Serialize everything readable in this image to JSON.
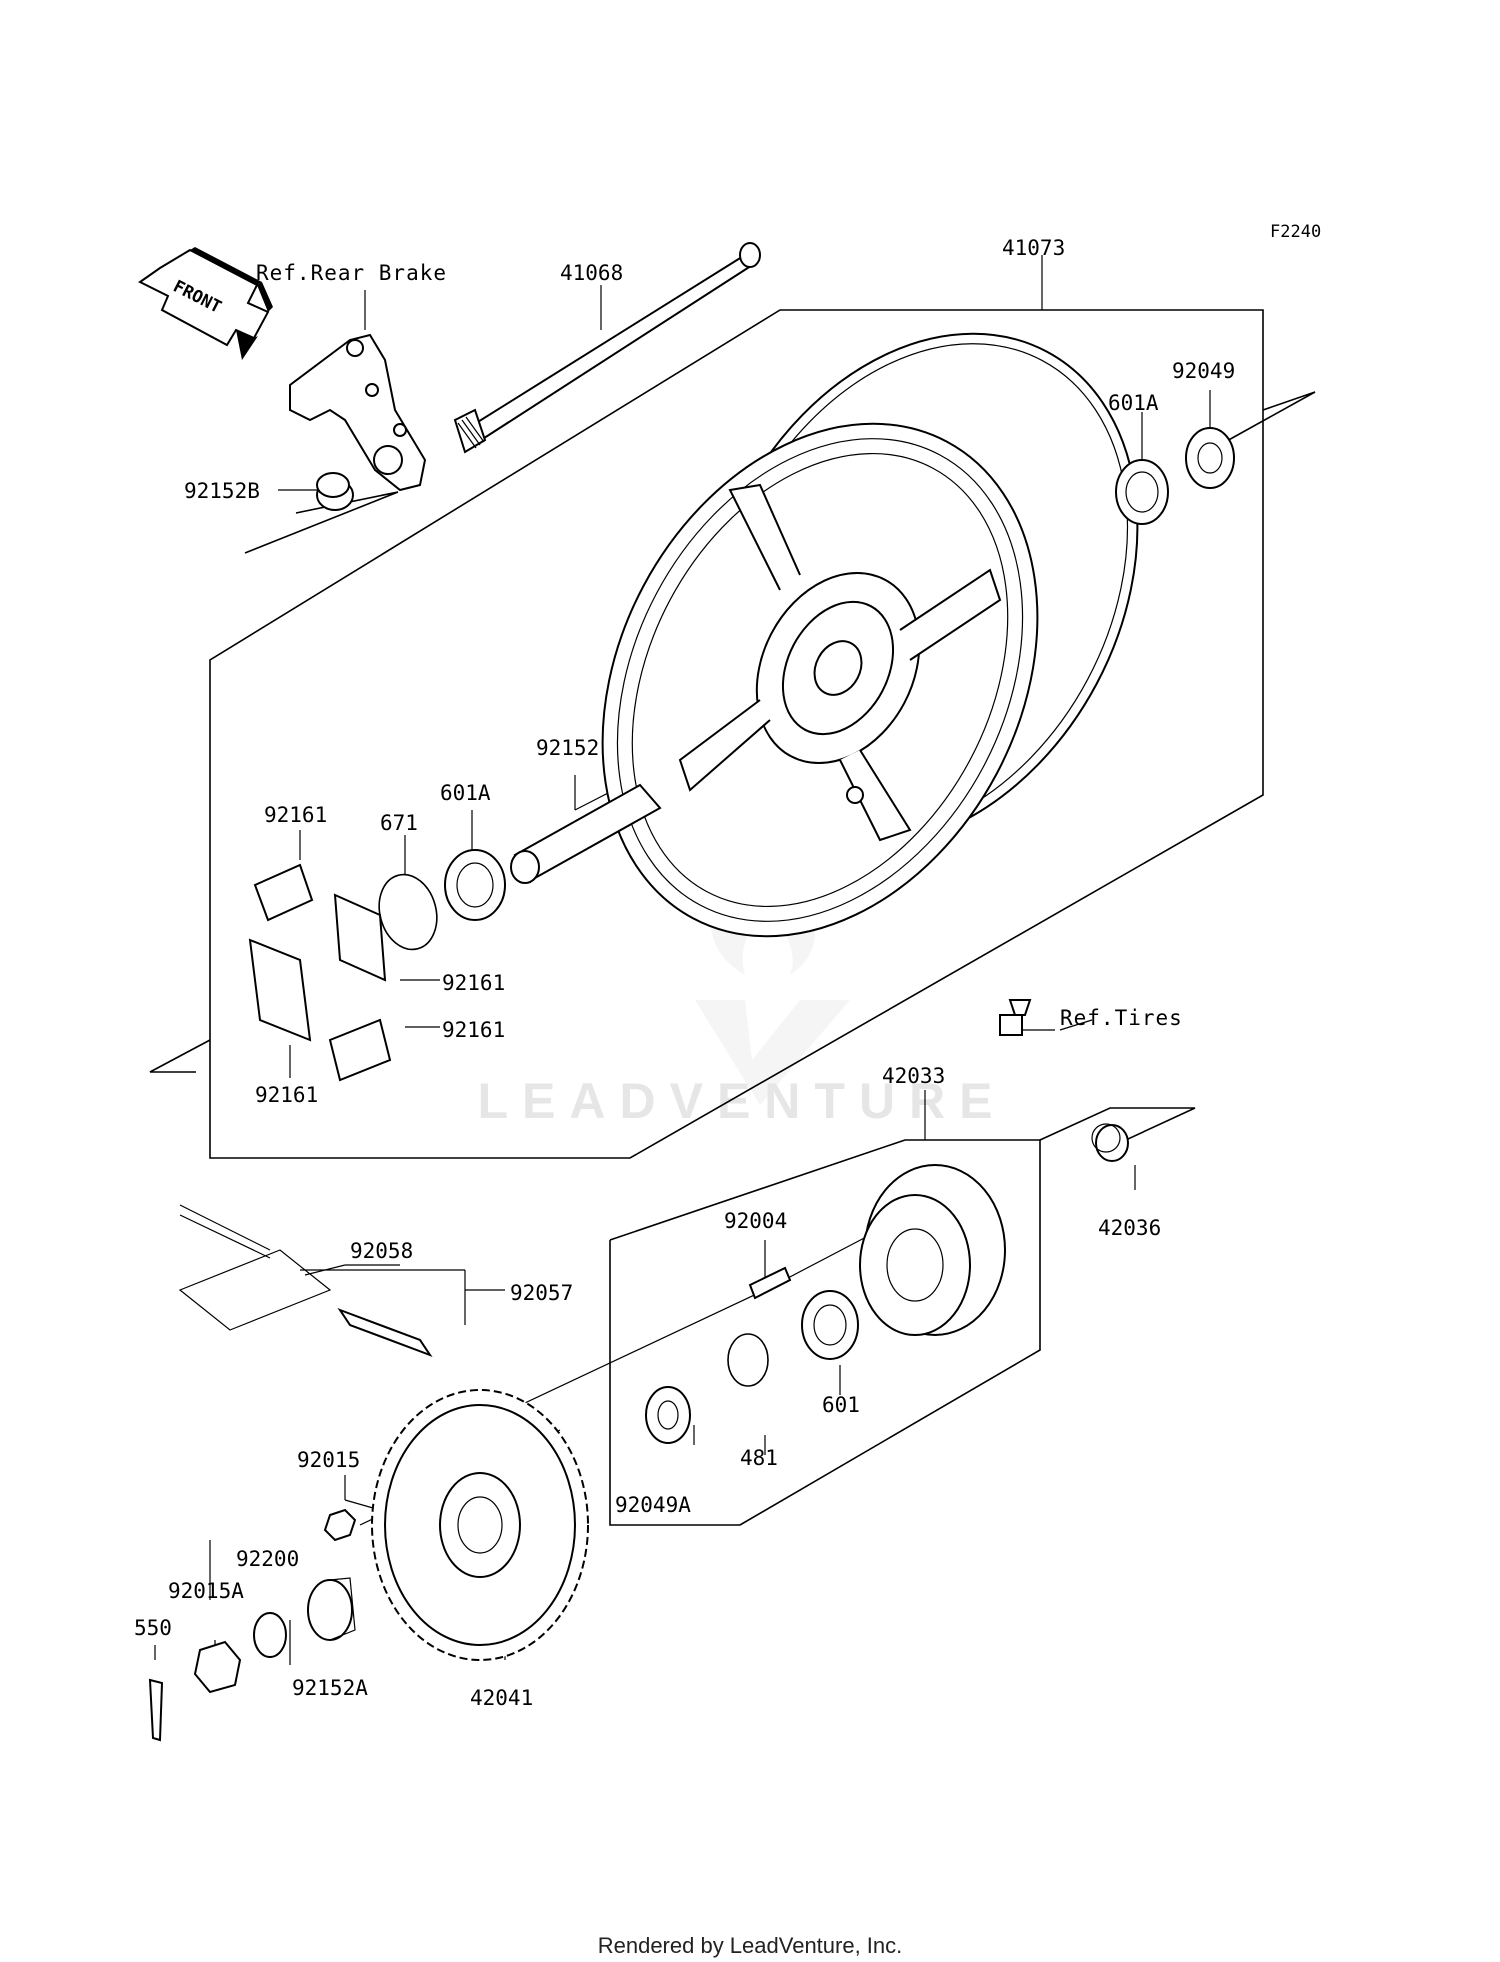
{
  "diagram": {
    "code": "F2240",
    "front_label": "FRONT",
    "refs": {
      "rear_brake": "Ref.Rear Brake",
      "tires": "Ref.Tires"
    },
    "parts": [
      {
        "id": "41068",
        "label": "41068"
      },
      {
        "id": "41073",
        "label": "41073"
      },
      {
        "id": "92049",
        "label": "92049"
      },
      {
        "id": "601A_top",
        "label": "601A"
      },
      {
        "id": "92152B",
        "label": "92152B"
      },
      {
        "id": "92152",
        "label": "92152"
      },
      {
        "id": "92161_a",
        "label": "92161"
      },
      {
        "id": "671",
        "label": "671"
      },
      {
        "id": "601A_mid",
        "label": "601A"
      },
      {
        "id": "92161_b",
        "label": "92161"
      },
      {
        "id": "92161_c",
        "label": "92161"
      },
      {
        "id": "92161_d",
        "label": "92161"
      },
      {
        "id": "42033",
        "label": "42033"
      },
      {
        "id": "42036",
        "label": "42036"
      },
      {
        "id": "92004",
        "label": "92004"
      },
      {
        "id": "92058",
        "label": "92058"
      },
      {
        "id": "92057",
        "label": "92057"
      },
      {
        "id": "601",
        "label": "601"
      },
      {
        "id": "481",
        "label": "481"
      },
      {
        "id": "92049A",
        "label": "92049A"
      },
      {
        "id": "92015",
        "label": "92015"
      },
      {
        "id": "92200",
        "label": "92200"
      },
      {
        "id": "92015A",
        "label": "92015A"
      },
      {
        "id": "550",
        "label": "550"
      },
      {
        "id": "92152A",
        "label": "92152A"
      },
      {
        "id": "42041",
        "label": "42041"
      }
    ]
  },
  "watermark": "LEADVENTURE",
  "footer": "Rendered by LeadVenture, Inc."
}
